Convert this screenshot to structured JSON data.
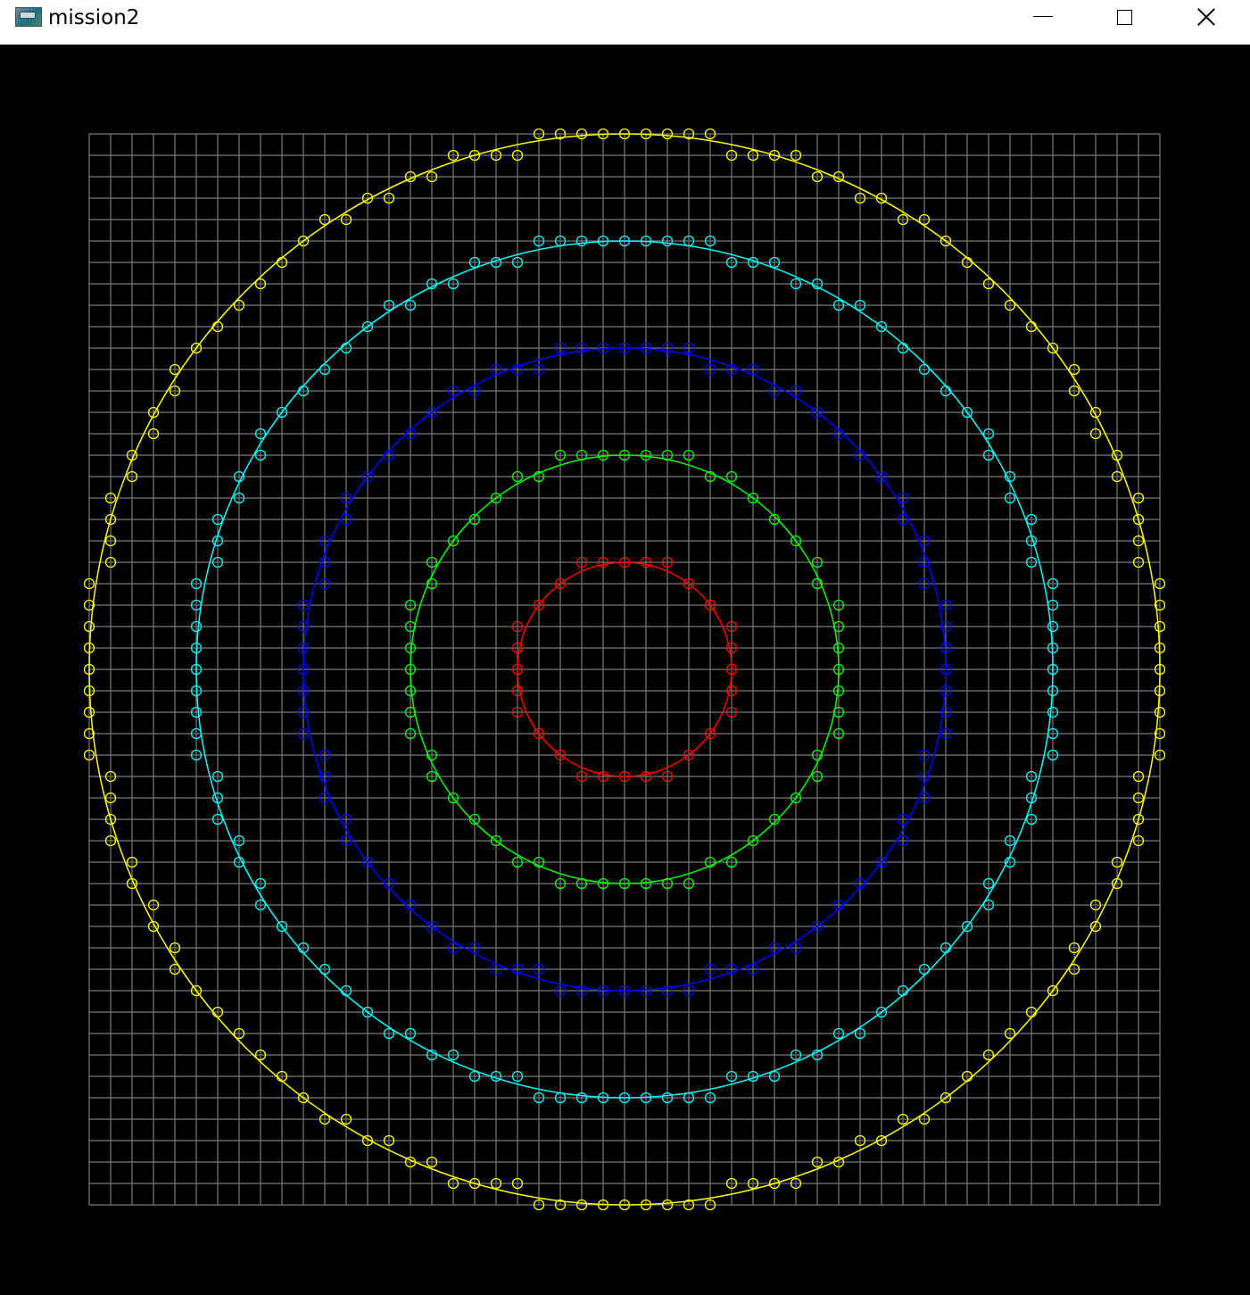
{
  "window": {
    "title": "mission2",
    "app_icon": "application-window-icon",
    "controls": {
      "minimize": "minimize-icon",
      "maximize": "maximize-icon",
      "close": "close-icon"
    }
  },
  "canvas": {
    "background": "#000000",
    "grid": {
      "cols": 50,
      "rows": 50,
      "color": "#7a7a7a"
    },
    "rings": [
      {
        "name": "red",
        "radius_cells": 5,
        "color": "#ff0000"
      },
      {
        "name": "green",
        "radius_cells": 10,
        "color": "#00ff00"
      },
      {
        "name": "blue",
        "radius_cells": 15,
        "color": "#0000ff"
      },
      {
        "name": "cyan",
        "radius_cells": 20,
        "color": "#00ffff"
      },
      {
        "name": "yellow",
        "radius_cells": 25,
        "color": "#ffff00"
      }
    ]
  }
}
